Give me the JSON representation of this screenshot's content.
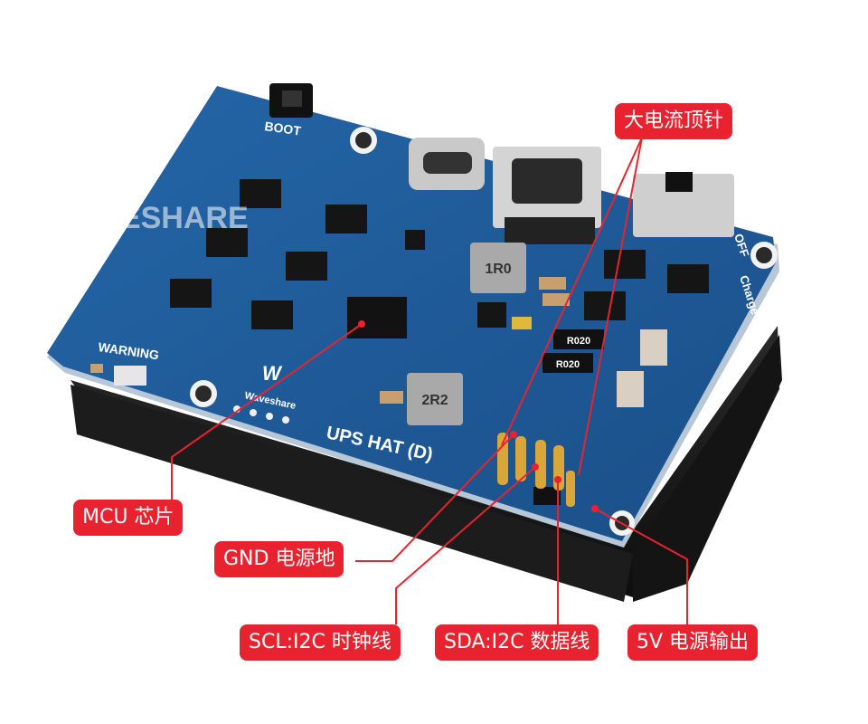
{
  "watermark": "WAVESHARE",
  "board": {
    "name": "UPS HAT (D)",
    "silkscreen": {
      "boot": "BOOT",
      "warning": "WARNING",
      "brand": "Waveshare",
      "off": "OFF",
      "charge": "Charge",
      "inductor_1": "1R0",
      "inductor_2": "2R2",
      "resistor_1": "R020",
      "resistor_2": "R020"
    }
  },
  "callouts": {
    "pogo_pins": "大电流顶针",
    "mcu": "MCU 芯片",
    "gnd": "GND 电源地",
    "scl": "SCL:I2C 时钟线",
    "sda": "SDA:I2C 数据线",
    "v5": "5V 电源输出"
  },
  "colors": {
    "pcb": "#1e5a96",
    "callout": "#e8232f",
    "battery_case": "#1a1a1a"
  }
}
